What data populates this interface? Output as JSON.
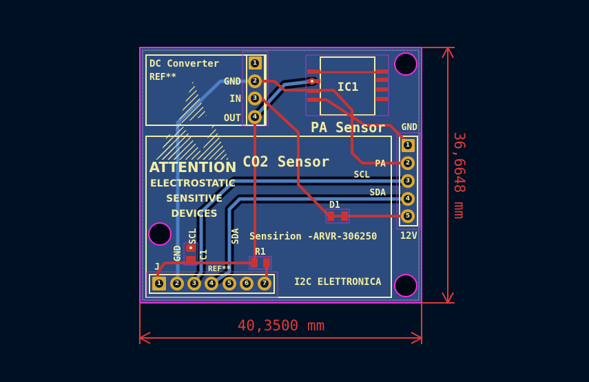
{
  "board": {
    "dc_converter": {
      "title": "DC Converter",
      "ref": "REF**",
      "pin_labels": [
        "GND",
        "IN",
        "OUT"
      ],
      "pins": [
        "1",
        "2",
        "3",
        "4"
      ]
    },
    "ic1": {
      "ref": "IC1",
      "label": "PA Sensor"
    },
    "right_connector": {
      "labels": [
        "GND",
        "PA",
        "SCL",
        "SDA",
        "12V"
      ],
      "pins": [
        "1",
        "2",
        "3",
        "4",
        "5"
      ]
    },
    "co2": {
      "title": "CO2 Sensor",
      "part": "Sensirion -ARVR-306250",
      "brand": "I2C ELETTRONICA"
    },
    "esd": {
      "lines": [
        "ATTENTION",
        "ELECTROSTATIC",
        "SENSITIVE",
        "DEVICES"
      ]
    },
    "vertical_labels": {
      "scl": "SCL",
      "sda": "SDA",
      "gnd": "GND"
    },
    "components": {
      "c1": "C1",
      "r1": "R1",
      "d1": "D1",
      "j": "J",
      "ref2": "REF**"
    },
    "bottom_connector": {
      "pins": [
        "1",
        "2",
        "3",
        "4",
        "5",
        "6",
        "7"
      ]
    }
  },
  "dimensions": {
    "height": "36,6648 mm",
    "width": "40,3500 mm"
  },
  "colors": {
    "background": "#001023",
    "board": "#2c4b7e",
    "silkscreen": "#f2eda1",
    "front_copper": "#c83434",
    "back_copper": "#4d7fc4",
    "edge_cuts": "#ff26e2",
    "dimension": "#e03a3a"
  }
}
